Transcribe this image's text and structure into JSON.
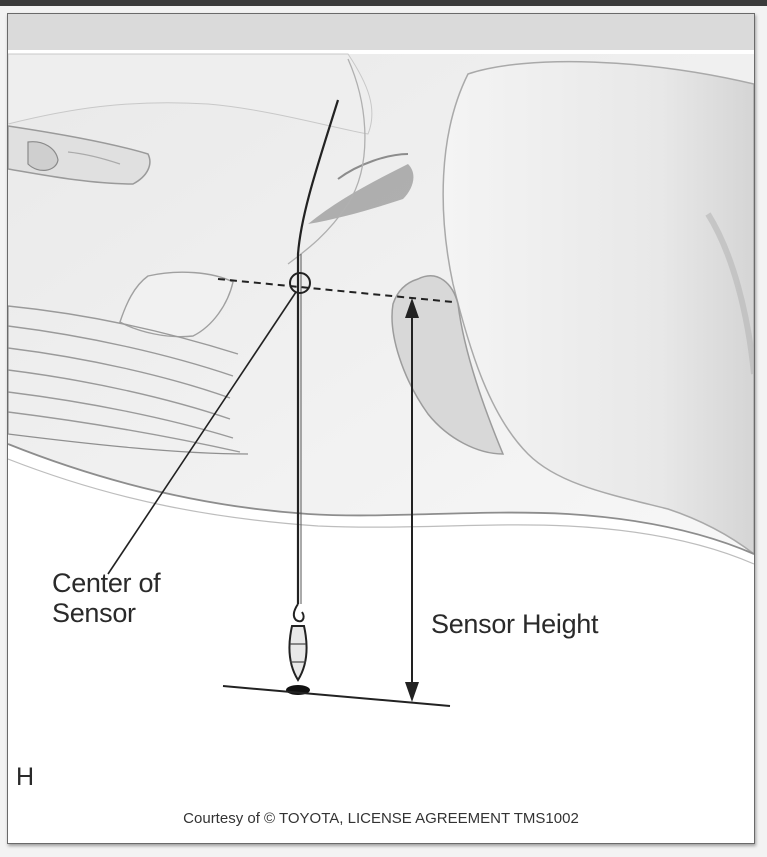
{
  "figure": {
    "labels": {
      "center_of_sensor": "Center of Sensor",
      "sensor_height": "Sensor Height",
      "panel_letter": "H"
    },
    "credit": "Courtesy of © TOYOTA, LICENSE AGREEMENT TMS1002"
  }
}
